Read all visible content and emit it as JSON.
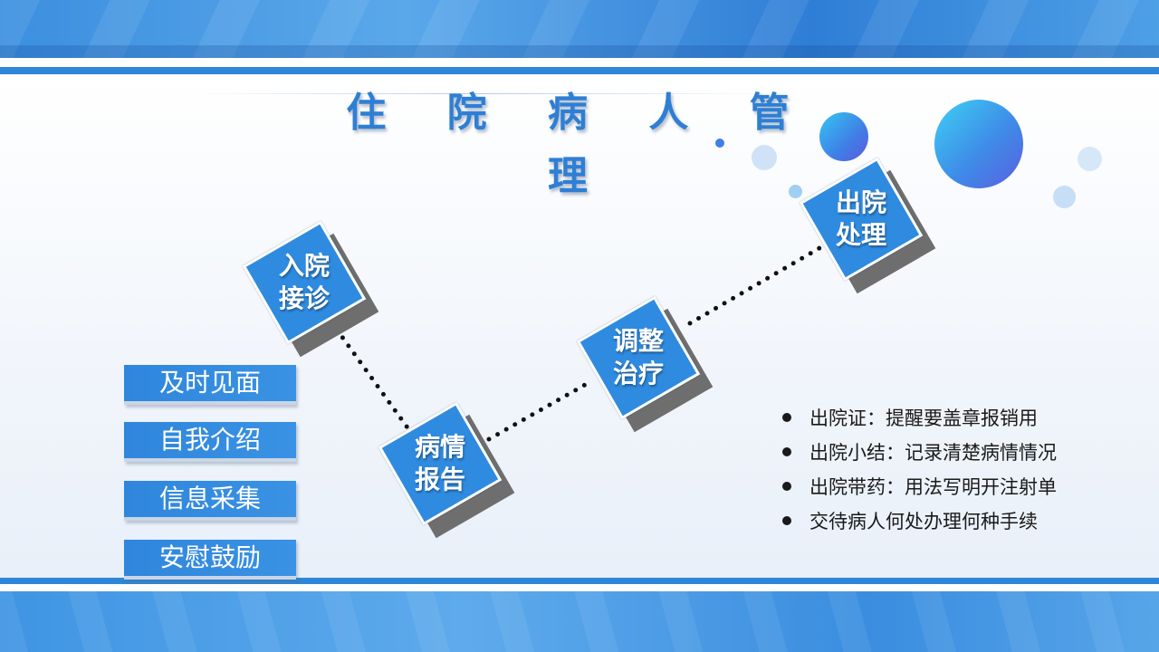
{
  "slide": {
    "title": "住 院 病 人 管 理"
  },
  "flow": {
    "steps": [
      {
        "id": "admission",
        "label_line1": "入院",
        "label_line2": "接诊"
      },
      {
        "id": "report",
        "label_line1": "病情",
        "label_line2": "报告"
      },
      {
        "id": "adjust",
        "label_line1": "调整",
        "label_line2": "治疗"
      },
      {
        "id": "discharge",
        "label_line1": "出院",
        "label_line2": "处理"
      }
    ]
  },
  "admission_tags": [
    "及时见面",
    "自我介绍",
    "信息采集",
    "安慰鼓励"
  ],
  "discharge_notes": [
    "出院证：提醒要盖章报销用",
    "出院小结：记录清楚病情情况",
    "出院带药：用法写明开注射单",
    "交待病人何处办理何种手续"
  ],
  "colors": {
    "accent": "#2f8be0",
    "title": "#2e7fd4",
    "shadow": "#6e6e6e",
    "bullet_text": "#1a1a1a"
  }
}
